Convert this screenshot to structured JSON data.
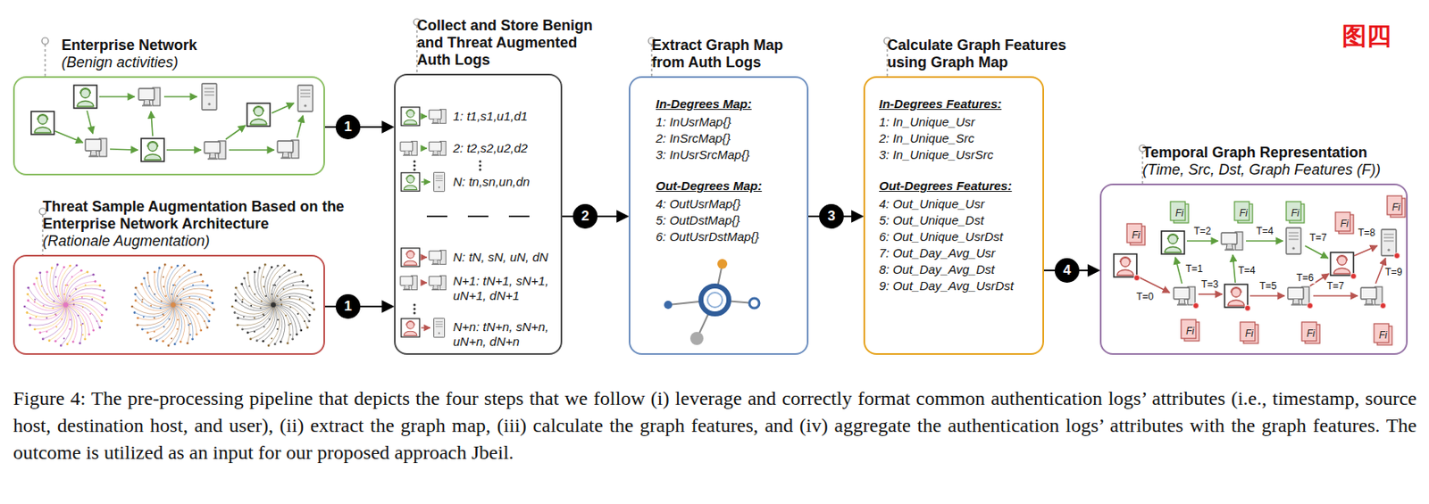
{
  "diagram": {
    "caption": "Figure 4: The pre-processing pipeline that depicts the four steps that we follow (i) leverage and correctly format common authentication logs’ attributes (i.e., timestamp, source host, destination host, and user), (ii) extract the graph map, (iii) calculate the graph features, and (iv) aggregate the authentication logs’ attributes with the graph features. The outcome is utilized as an input for our proposed approach Jbeil.",
    "nodes": [
      {
        "text": [
          "Enterprise Network",
          "(Benign activities)"
        ]
      },
      {
        "text": [
          "Threat Sample Augmentation Based on the Enterprise Network Architecture",
          "(Rationale Augmentation)"
        ]
      },
      {
        "text": [
          "Collect and Store Benign and Threat Augmented Auth Logs",
          "1: t1,s1,u1,d1",
          "2: t2,s2,u2,d2",
          "N: tn,sn,un,dn",
          "N: tN, sN, uN, dN",
          "N+1: tN+1, sN+1, uN+1, dN+1",
          "N+n: tN+n, sN+n, uN+n, dN+n"
        ]
      },
      {
        "text": [
          "Extract Graph Map from Auth Logs",
          "In-Degrees Map:",
          "1: InUsrMap{}",
          "2: InSrcMap{}",
          "3: InUsrSrcMap{}",
          "Out-Degrees Map:",
          "4: OutUsrMap{}",
          "5: OutDstMap{}",
          "6: OutUsrDstMap{}"
        ]
      },
      {
        "text": [
          "Calculate Graph Features using Graph Map",
          "In-Degrees Features:",
          "1: In_Unique_Usr",
          "2: In_Unique_Src",
          "3: In_Unique_UsrSrc",
          "Out-Degrees Features:",
          "4: Out_Unique_Usr",
          "5: Out_Unique_Dst",
          "6: Out_Unique_UsrDst",
          "7: Out_Day_Avg_Usr",
          "8: Out_Day_Avg_Dst",
          "9: Out_Day_Avg_UsrDst"
        ]
      },
      {
        "text": [
          "Temporal Graph Representation",
          "(Time, Src, Dst, Graph Features (F))"
        ]
      }
    ],
    "edges": [
      {
        "from": 0,
        "to": 2,
        "arrow": "to",
        "label": "1"
      },
      {
        "from": 1,
        "to": 2,
        "arrow": "to",
        "label": "1"
      },
      {
        "from": 2,
        "to": 3,
        "arrow": "to",
        "label": "2"
      },
      {
        "from": 3,
        "to": 4,
        "arrow": "to",
        "label": "3"
      },
      {
        "from": 4,
        "to": 5,
        "arrow": "to",
        "label": "4"
      }
    ],
    "labels": [
      "图四",
      "Fi",
      "Fi",
      "Fi",
      "Fi",
      "Fi",
      "Fi",
      "Fi",
      "Fi",
      "Fi",
      "Fi",
      "T=2",
      "T=4",
      "T=7",
      "T=8",
      "T=1",
      "T=4",
      "T=6",
      "T=9",
      "T=0",
      "T=3",
      "T=5",
      "T=7"
    ]
  }
}
